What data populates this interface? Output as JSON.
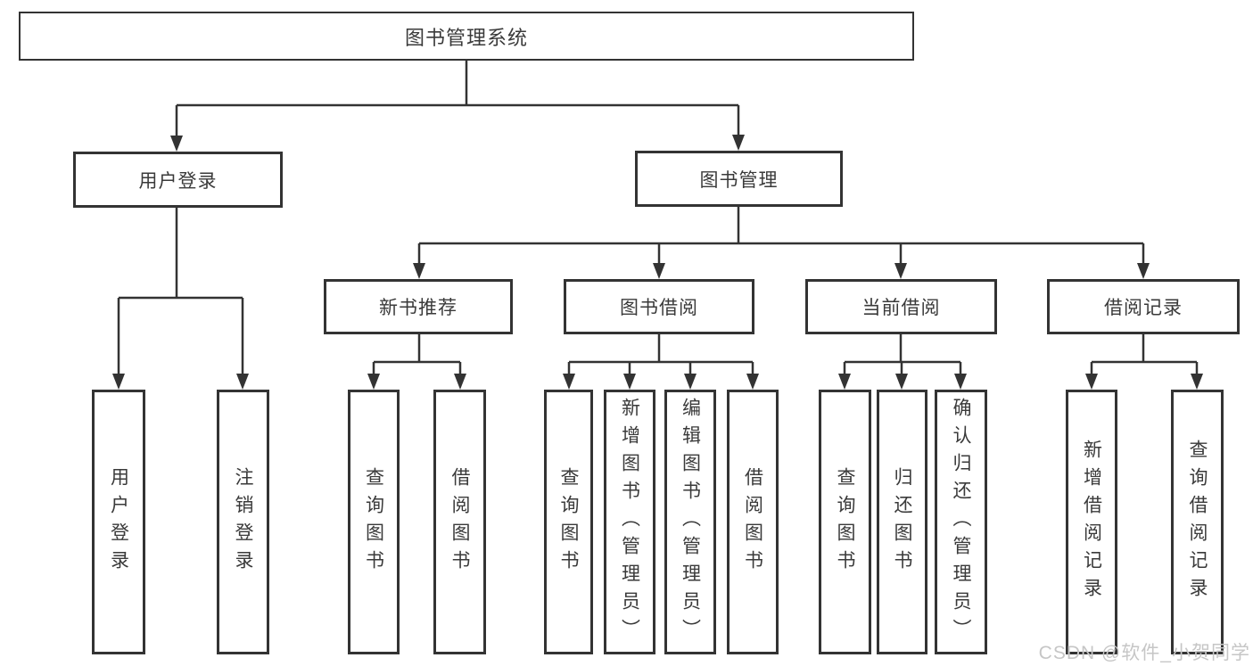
{
  "tree": {
    "root": {
      "label": "图书管理系统"
    },
    "branches": [
      {
        "label": "用户登录",
        "children": [
          {
            "label": "用户登录"
          },
          {
            "label": "注销登录"
          }
        ]
      },
      {
        "label": "图书管理",
        "children": [
          {
            "label": "新书推荐",
            "children": [
              {
                "label": "查询图书"
              },
              {
                "label": "借阅图书"
              }
            ]
          },
          {
            "label": "图书借阅",
            "children": [
              {
                "label": "查询图书"
              },
              {
                "label": "新增图书（管理员）"
              },
              {
                "label": "编辑图书（管理员）"
              },
              {
                "label": "借阅图书"
              }
            ]
          },
          {
            "label": "当前借阅",
            "children": [
              {
                "label": "查询图书"
              },
              {
                "label": "归还图书"
              },
              {
                "label": "确认归还（管理员）"
              }
            ]
          },
          {
            "label": "借阅记录",
            "children": [
              {
                "label": "新增借阅记录"
              },
              {
                "label": "查询借阅记录"
              }
            ]
          }
        ]
      }
    ]
  },
  "watermark": "CSDN @软件_小贺同学",
  "colors": {
    "line": "#333333",
    "border": "#333333",
    "text": "#3a3a3a",
    "watermark": "#c6c6c6",
    "background": "#ffffff"
  }
}
